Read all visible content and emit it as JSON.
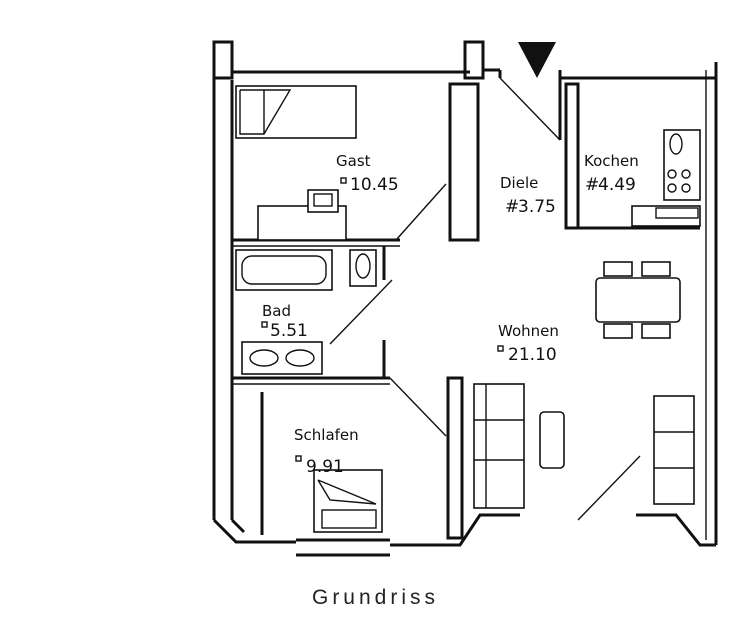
{
  "caption": "Grundriss",
  "rooms": [
    {
      "name": "Gast",
      "area": "10.45"
    },
    {
      "name": "Diele",
      "area": "3.75"
    },
    {
      "name": "Kochen",
      "area": "4.49"
    },
    {
      "name": "Bad",
      "area": "5.51"
    },
    {
      "name": "Wohnen",
      "area": "21.10"
    },
    {
      "name": "Schlafen",
      "area": "9.91"
    }
  ],
  "colors": {
    "line": "#111111",
    "background": "#ffffff"
  }
}
